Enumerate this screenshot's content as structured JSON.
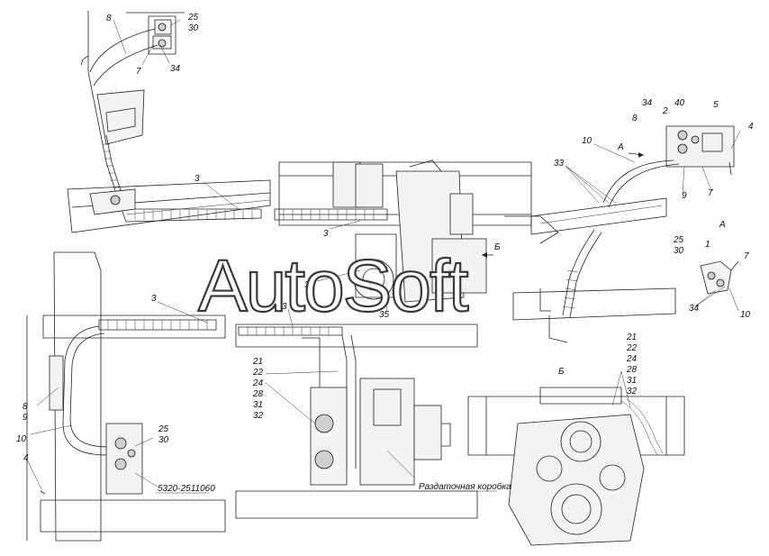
{
  "watermark": "AutoSoft",
  "views": {
    "view_a_label": "А",
    "view_b_label": "Б",
    "section_b_marker": "Б"
  },
  "captions": {
    "part_number": "5320-2511060",
    "transfer_case": "Раздаточная коробка"
  },
  "callouts": {
    "top_left": [
      "8",
      "25",
      "30",
      "7",
      "34"
    ],
    "hose_a": "3",
    "hose_b": "3",
    "hose_c": "3",
    "hose_d": "3",
    "center": [
      "34",
      "35"
    ],
    "right_top": [
      "34",
      "40",
      "2",
      "5",
      "8",
      "4",
      "10",
      "33",
      "9",
      "7"
    ],
    "right_detail_a": [
      "25",
      "30",
      "1",
      "7",
      "34",
      "10"
    ],
    "left_bottom": [
      "8",
      "9",
      "10",
      "25",
      "30",
      "4"
    ],
    "center_bottom_stack": [
      "21",
      "22",
      "24",
      "28",
      "31",
      "32"
    ],
    "right_bottom_stack": [
      "21",
      "22",
      "24",
      "28",
      "31",
      "32"
    ]
  },
  "colors": {
    "line": "#222222",
    "background": "#ffffff",
    "watermark_outline": "#3a3a3a"
  }
}
